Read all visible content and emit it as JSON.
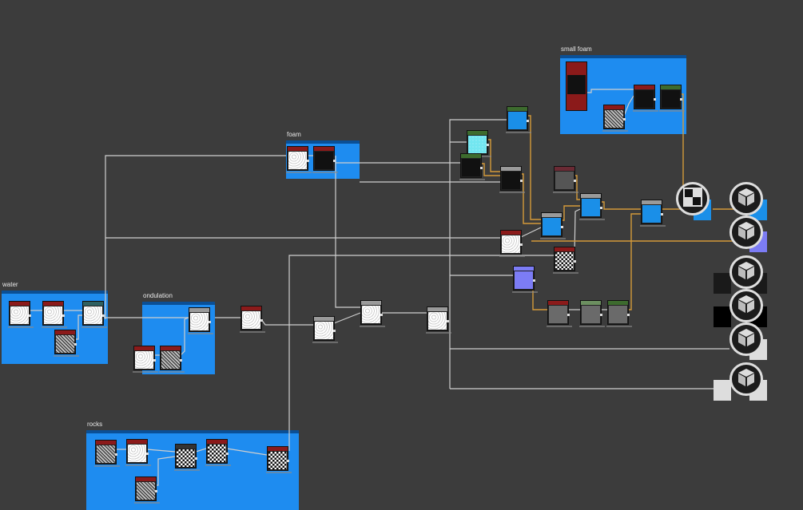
{
  "frames": {
    "water": "water",
    "ondulation": "ondulation",
    "foam": "foam",
    "small_foam": "small foam",
    "rocks": "rocks"
  },
  "colors": {
    "frame": "#1e8cf0",
    "background": "#3c3c3c",
    "wire_white": "#cfcfcf",
    "wire_orange": "#d49a3a"
  },
  "icons": {
    "output_node": "cube-icon",
    "blend_node": "checker-icon"
  }
}
